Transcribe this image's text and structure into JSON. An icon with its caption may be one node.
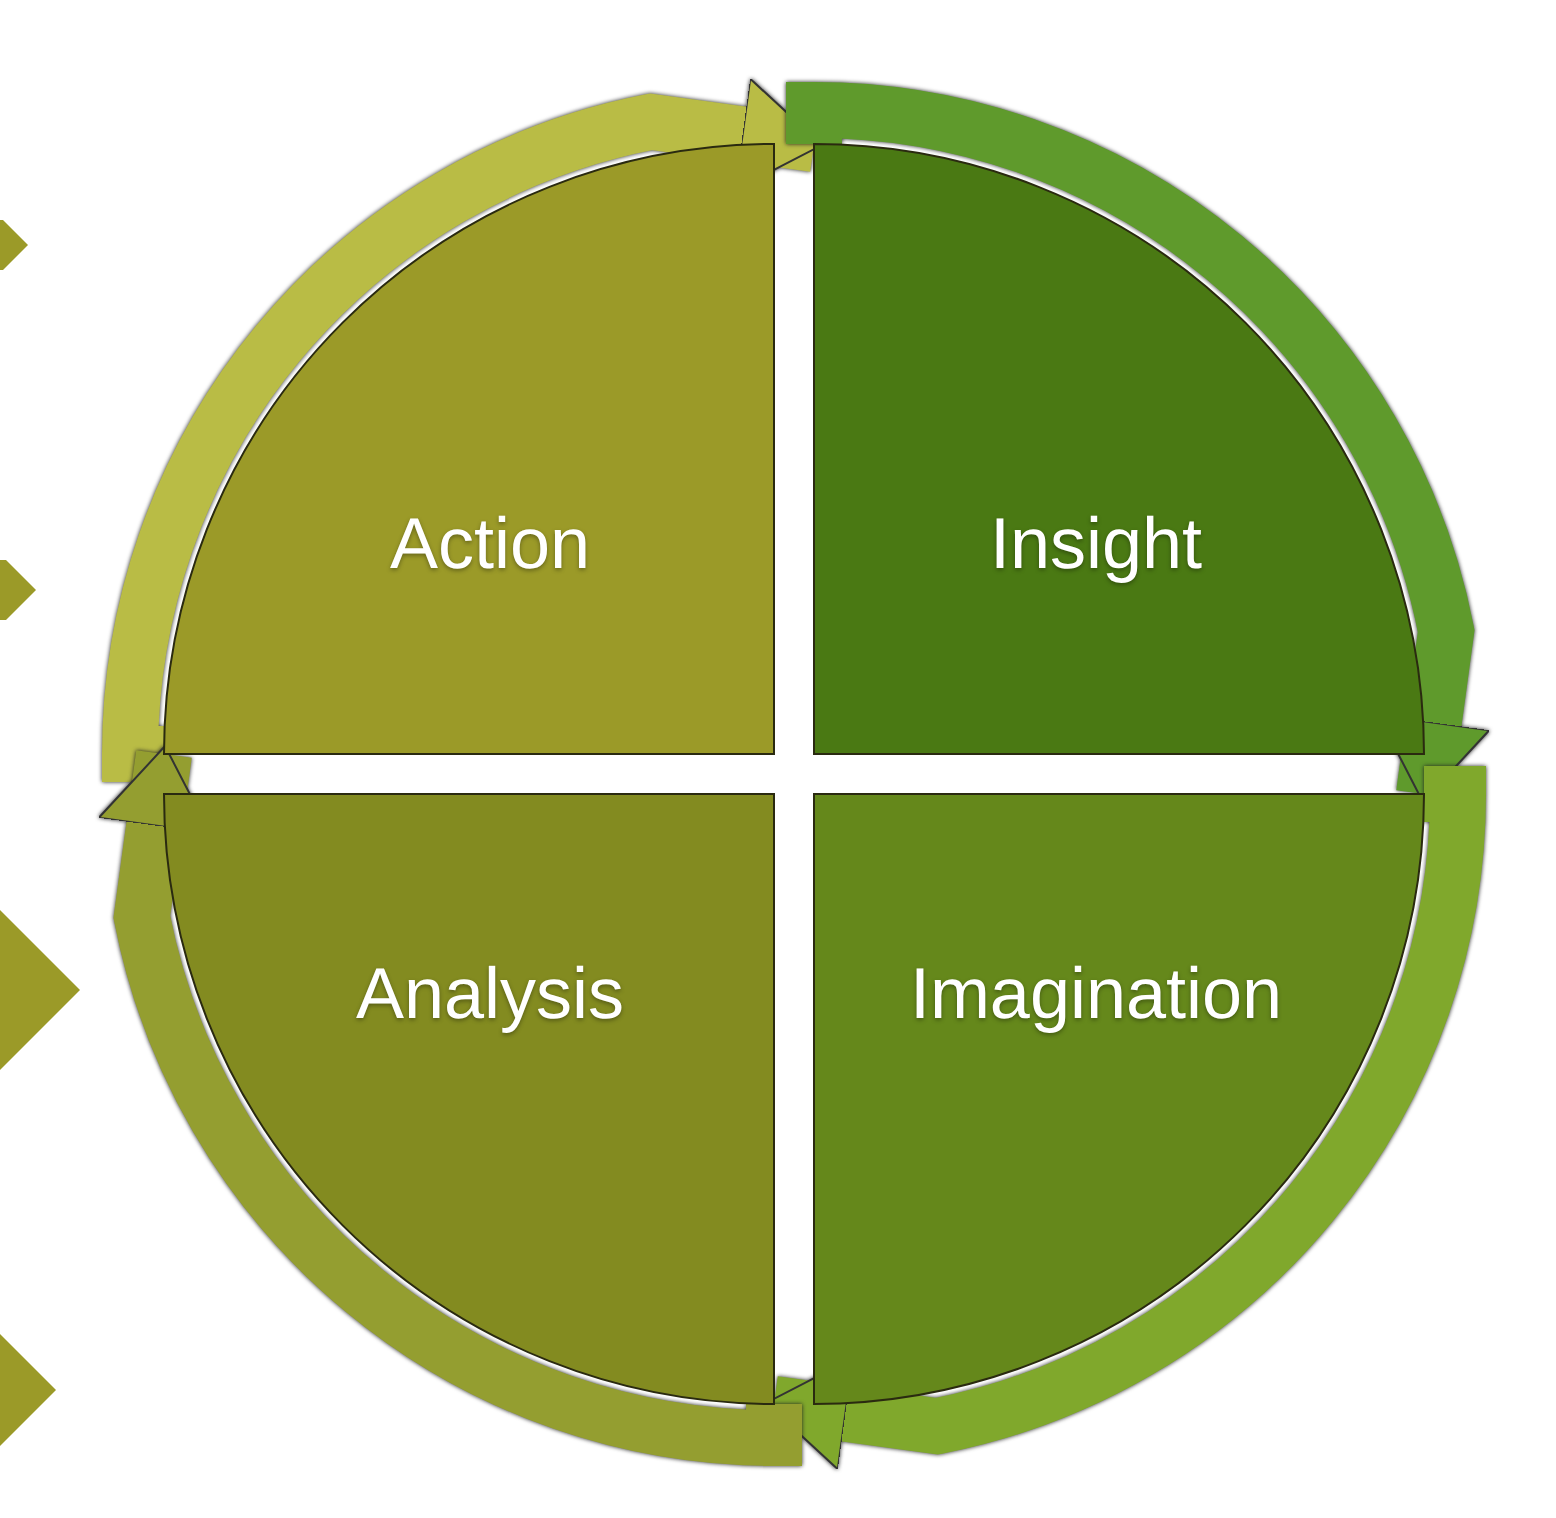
{
  "diagram": {
    "nodes": [
      {
        "text": [
          "Action"
        ]
      },
      {
        "text": [
          "Insight"
        ]
      },
      {
        "text": [
          "Imagination"
        ]
      },
      {
        "text": [
          "Analysis"
        ]
      }
    ],
    "edges": [
      {
        "from": 0,
        "to": 1,
        "arrow": "to",
        "color": "#b9bc45"
      },
      {
        "from": 1,
        "to": 2,
        "arrow": "to",
        "color": "#5f9a2c"
      },
      {
        "from": 2,
        "to": 3,
        "arrow": "to",
        "color": "#80a82c"
      },
      {
        "from": 3,
        "to": 0,
        "arrow": "to",
        "color": "#949e30"
      }
    ]
  }
}
